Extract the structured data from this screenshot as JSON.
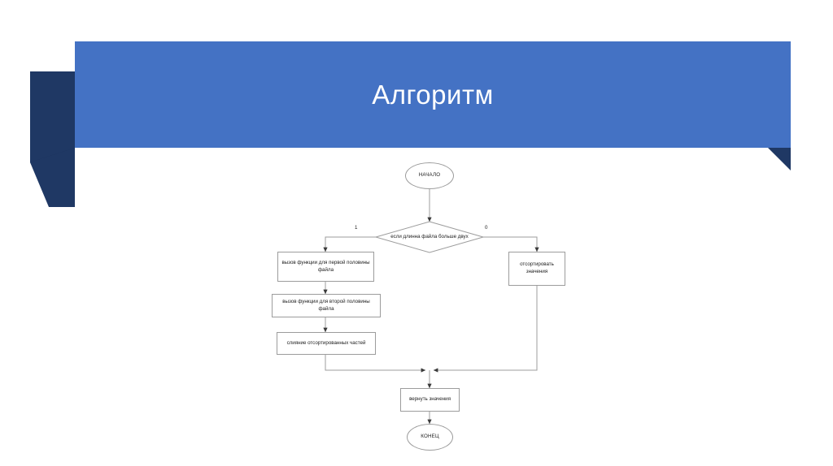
{
  "slide": {
    "title": "Алгоритм",
    "banner_color": "#4472c4",
    "banner_fold_color": "#1f3864",
    "background": "#ffffff",
    "title_color": "#ffffff"
  },
  "flowchart": {
    "stroke_color": "#9c9c9c",
    "node_fill": "#ffffff",
    "text_color": "#1b1b1b",
    "nodes": [
      {
        "id": "start",
        "shape": "ellipse",
        "label": "НАЧАЛО"
      },
      {
        "id": "condition",
        "shape": "diamond",
        "label": "если длинна файла больше двух"
      },
      {
        "id": "first_half",
        "shape": "process",
        "label": "вызов функции для первой половины файла"
      },
      {
        "id": "second_half",
        "shape": "process",
        "label": "вызов функции для второй половины файла"
      },
      {
        "id": "merge",
        "shape": "process",
        "label": "слияние отсортированных частей"
      },
      {
        "id": "sort",
        "shape": "process",
        "label": "отсортировать значения"
      },
      {
        "id": "return",
        "shape": "process",
        "label": "вернуть значения"
      },
      {
        "id": "end",
        "shape": "ellipse",
        "label": "КОНЕЦ"
      }
    ],
    "branch_labels": {
      "true_branch": "1",
      "false_branch": "0"
    }
  }
}
